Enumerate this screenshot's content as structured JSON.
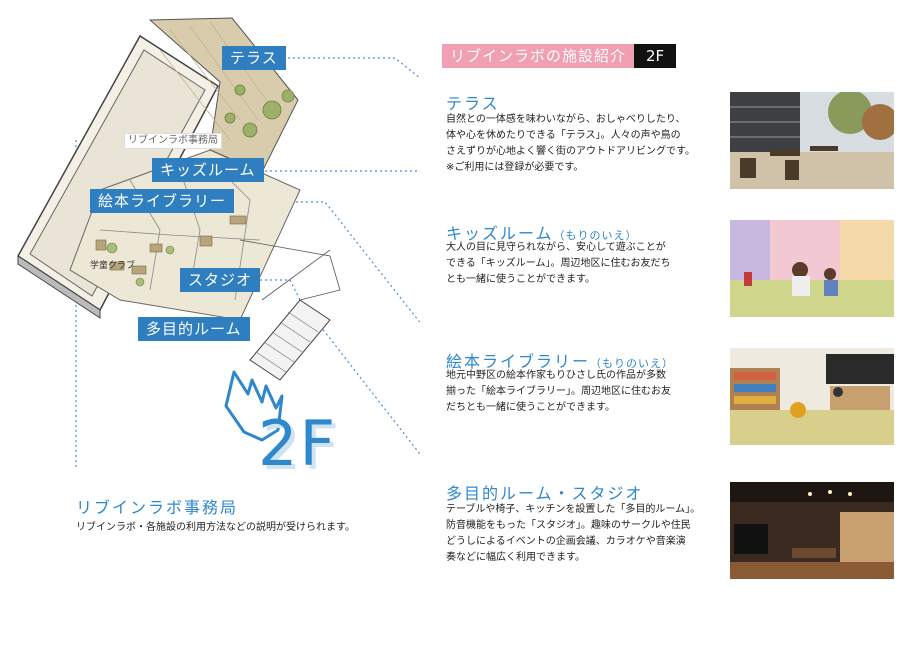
{
  "header": {
    "title": "リブインラボの施設紹介",
    "floor": "2F"
  },
  "plan": {
    "labels": {
      "terrace": "テラス",
      "office": "リブインラボ事務局",
      "kids": "キッズルーム",
      "library": "絵本ライブラリー",
      "classroom": "学童クラブ",
      "studio": "スタジオ",
      "multi": "多目的ルーム"
    },
    "floor_big": "2F"
  },
  "sections": [
    {
      "title": "テラス",
      "subtitle": "",
      "lines": [
        "自然との一体感を味わいながら、おしゃべりしたり、",
        "体や心を休めたりできる「テラス」。人々の声や鳥の",
        "さえずりが心地よく響く街のアウトドアリビングです。",
        "※ご利用には登録が必要です。"
      ]
    },
    {
      "title": "キッズルーム",
      "subtitle": "（もりのいえ）",
      "lines": [
        "大人の目に見守られながら、安心して遊ぶことが",
        "できる「キッズルーム」。周辺地区に住むお友だち",
        "とも一緒に使うことができます。"
      ]
    },
    {
      "title": "絵本ライブラリー",
      "subtitle": "（もりのいえ）",
      "lines": [
        "地元中野区の絵本作家もりひさし氏の作品が多数",
        "揃った「絵本ライブラリー」。周辺地区に住むお友",
        "だちとも一緒に使うことができます。"
      ]
    },
    {
      "title": "多目的ルーム・スタジオ",
      "subtitle": "",
      "lines": [
        "テーブルや椅子、キッチンを設置した「多目的ルーム」。",
        "防音機能をもった「スタジオ」。趣味のサークルや住民",
        "どうしによるイベントの企画会議、カラオケや音楽演",
        "奏などに幅広く利用できます。"
      ]
    }
  ],
  "office_info": {
    "title": "リブインラボ事務局",
    "text": "リブインラボ・各施設の利用方法などの説明が受けられます。"
  },
  "colors": {
    "accent": "#2f87cc",
    "header_pink": "#f0a0b0",
    "tag_blue": "#2f7fc0"
  },
  "icons": {
    "pointer": "hand-pointer-icon"
  }
}
